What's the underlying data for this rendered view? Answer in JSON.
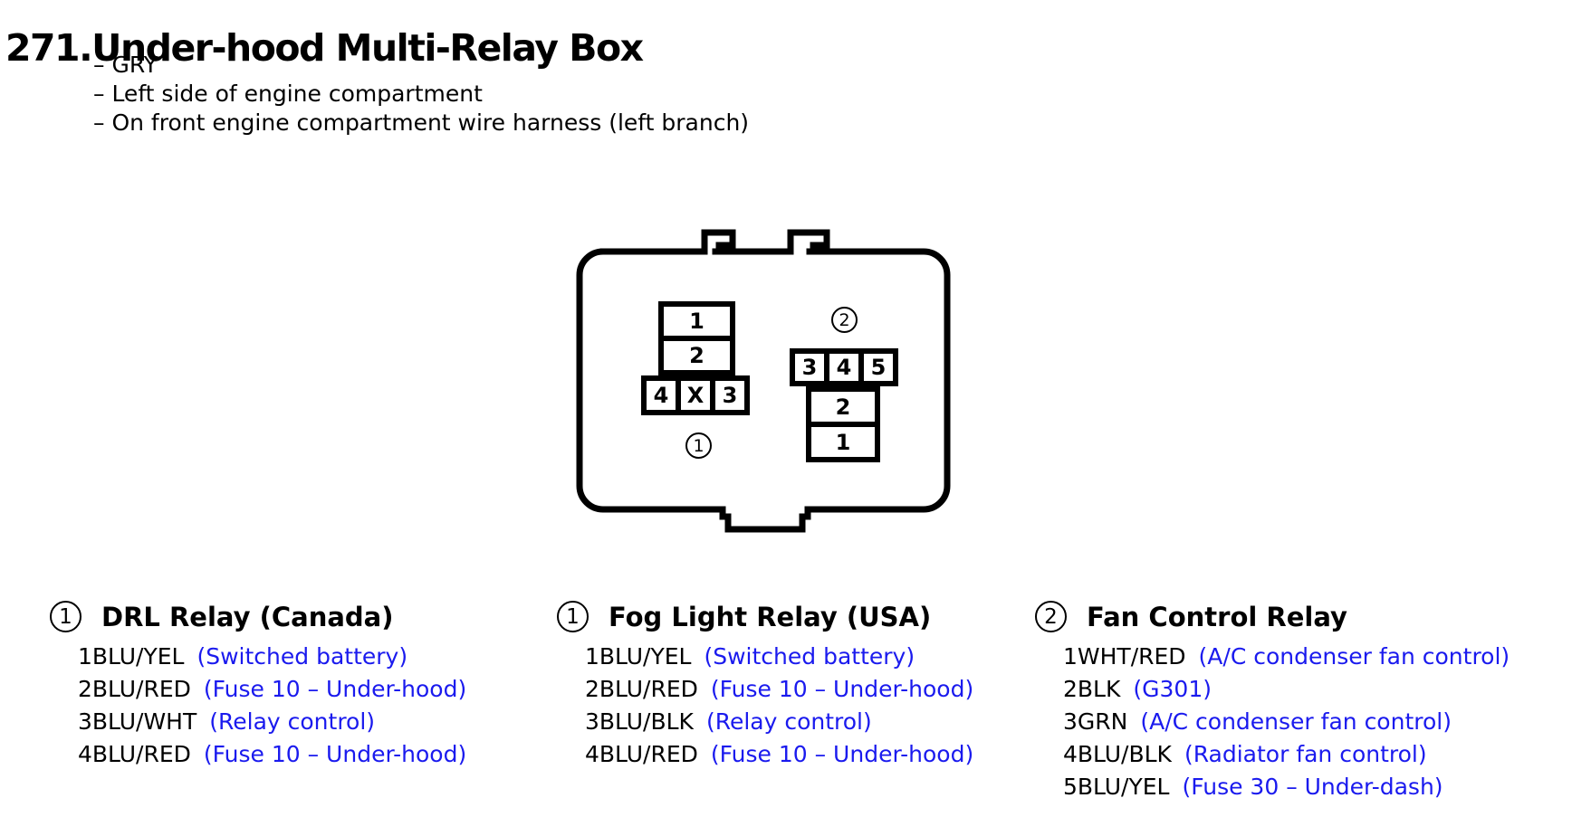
{
  "page": {
    "title": "271.Under-hood Multi-Relay Box",
    "notes": [
      "– GRY",
      "– Left side of engine compartment",
      "– On front engine compartment wire harness (left branch)"
    ]
  },
  "colors": {
    "accent_blue": "#1a1aee",
    "line_black": "#000000"
  },
  "diagram": {
    "connector1": {
      "label": "1",
      "stack_cells": [
        "1",
        "2"
      ],
      "row_cells": [
        "4",
        "X",
        "3"
      ]
    },
    "connector2": {
      "label": "2",
      "row_cells": [
        "3",
        "4",
        "5"
      ],
      "stack_cells": [
        "2",
        "1"
      ]
    }
  },
  "legend": [
    {
      "ref": "1",
      "title": "DRL Relay (Canada)",
      "pins": [
        {
          "code": "1BLU/YEL",
          "desc": "(Switched battery)"
        },
        {
          "code": "2BLU/RED",
          "desc": "(Fuse 10 – Under-hood)"
        },
        {
          "code": "3BLU/WHT",
          "desc": "(Relay control)"
        },
        {
          "code": "4BLU/RED",
          "desc": "(Fuse 10 – Under-hood)"
        }
      ]
    },
    {
      "ref": "1",
      "title": "Fog Light Relay (USA)",
      "pins": [
        {
          "code": "1BLU/YEL",
          "desc": "(Switched battery)"
        },
        {
          "code": "2BLU/RED",
          "desc": "(Fuse 10 – Under-hood)"
        },
        {
          "code": "3BLU/BLK",
          "desc": "(Relay control)"
        },
        {
          "code": "4BLU/RED",
          "desc": "(Fuse 10 – Under-hood)"
        }
      ]
    },
    {
      "ref": "2",
      "title": "Fan Control Relay",
      "pins": [
        {
          "code": "1WHT/RED",
          "desc": "(A/C condenser fan control)"
        },
        {
          "code": "2BLK",
          "desc": "(G301)"
        },
        {
          "code": "3GRN",
          "desc": "(A/C condenser fan control)"
        },
        {
          "code": "4BLU/BLK",
          "desc": "(Radiator fan control)"
        },
        {
          "code": "5BLU/YEL",
          "desc": "(Fuse 30 – Under-dash)"
        }
      ]
    }
  ]
}
